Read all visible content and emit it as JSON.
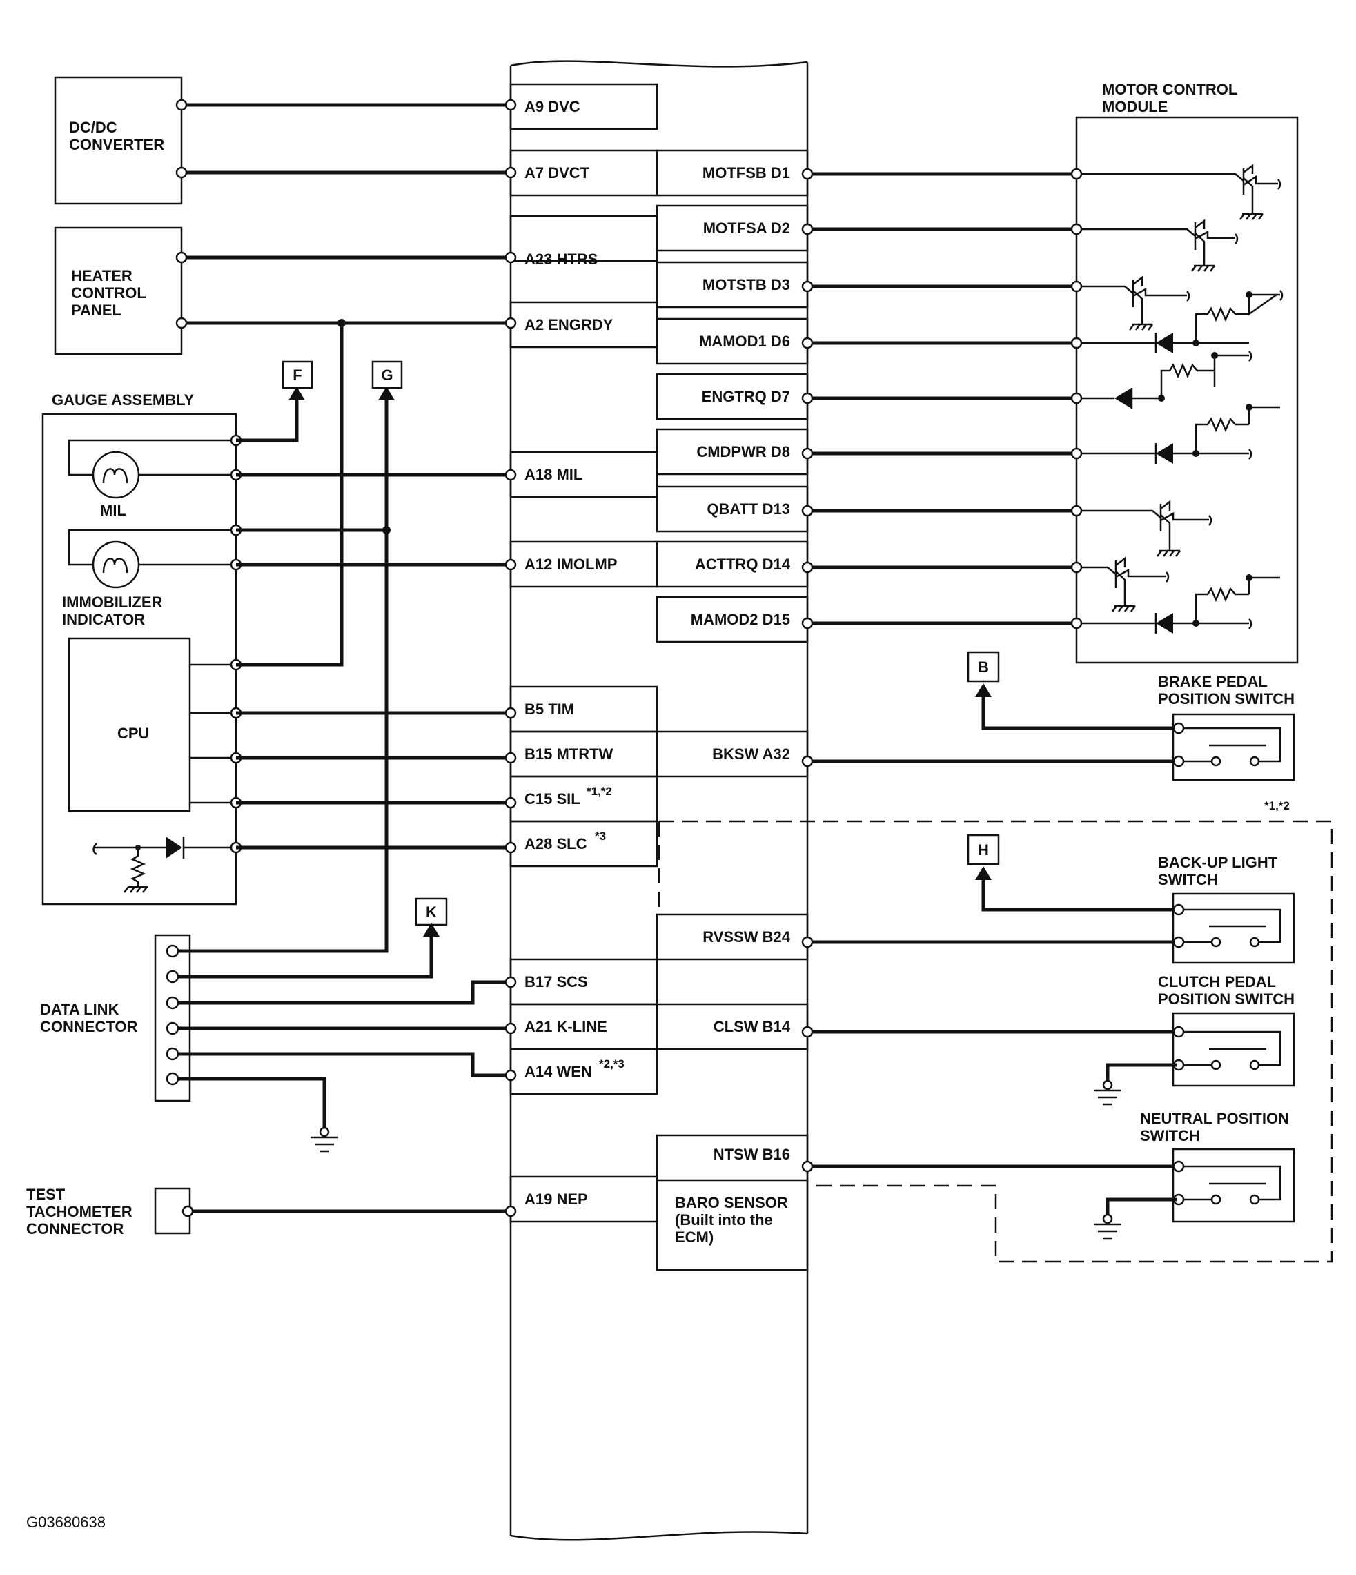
{
  "components": {
    "dcdc": [
      "DC/DC",
      "CONVERTER"
    ],
    "heater": [
      "HEATER",
      "CONTROL",
      "PANEL"
    ],
    "gauge": "GAUGE ASSEMBLY",
    "mil": "MIL",
    "immobilizer": [
      "IMMOBILIZER",
      "INDICATOR"
    ],
    "cpu": "CPU",
    "dlc": [
      "DATA LINK",
      "CONNECTOR"
    ],
    "tach": [
      "TEST",
      "TACHOMETER",
      "CONNECTOR"
    ],
    "mcm": [
      "MOTOR CONTROL",
      "MODULE"
    ],
    "brake": [
      "BRAKE PEDAL",
      "POSITION SWITCH"
    ],
    "backup": [
      "BACK-UP LIGHT",
      "SWITCH"
    ],
    "clutch": [
      "CLUTCH PEDAL",
      "POSITION SWITCH"
    ],
    "neutral": [
      "NEUTRAL POSITION",
      "SWITCH"
    ],
    "baro": [
      "BARO SENSOR",
      "(Built into the",
      "ECM)"
    ]
  },
  "left_pins": [
    "A9 DVC",
    "A7 DVCT",
    "A23 HTRS",
    "A2 ENGRDY",
    "A18 MIL",
    "A12 IMOLMP",
    "B5 TIM",
    "B15 MTRTW",
    "C15 SIL",
    "A28 SLC",
    "B17 SCS",
    "A21 K-LINE",
    "A14 WEN",
    "A19 NEP"
  ],
  "right_pins": [
    "MOTFSB D1",
    "MOTFSA D2",
    "MOTSTB D3",
    "MAMOD1 D6",
    "ENGTRQ D7",
    "CMDPWR D8",
    "QBATT D13",
    "ACTTRQ D14",
    "MAMOD2 D15",
    "BKSW A32",
    "RVSSW B24",
    "CLSW B14",
    "NTSW B16"
  ],
  "notes": {
    "sil": "*1,*2",
    "slc": "*3",
    "wen": "*2,*3",
    "dashed": "*1,*2"
  },
  "flags": [
    "F",
    "G",
    "K",
    "B",
    "H"
  ],
  "figure_id": "G03680638"
}
